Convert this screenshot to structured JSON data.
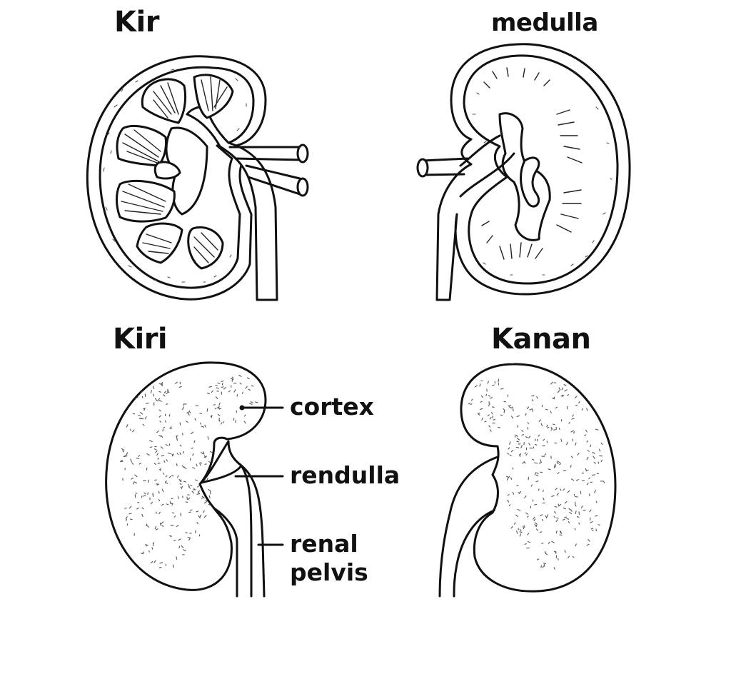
{
  "panels": {
    "top_left_title": "Kir",
    "top_right_title": "medulla",
    "bottom_left_title": "Kiri",
    "bottom_right_title": "Kanan"
  },
  "labels": {
    "cortex": "cortex",
    "medulla": "rendulla",
    "pelvis_line1": "renal",
    "pelvis_line2": "pelvis"
  },
  "colors": {
    "ink": "#111111",
    "background": "#ffffff"
  }
}
